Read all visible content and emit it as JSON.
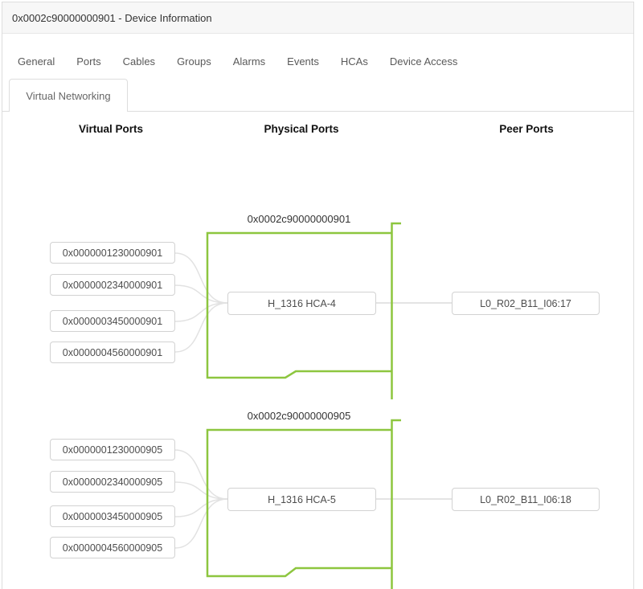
{
  "window": {
    "title": "0x0002c90000000901 - Device Information"
  },
  "tabs": {
    "row1": [
      "General",
      "Ports",
      "Cables",
      "Groups",
      "Alarms",
      "Events",
      "HCAs",
      "Device Access"
    ],
    "active_tab": "Virtual Networking"
  },
  "columns": {
    "virtual": "Virtual Ports",
    "physical": "Physical Ports",
    "peer": "Peer Ports"
  },
  "groups": [
    {
      "physical_label": "0x0002c90000000901",
      "virtual_ports": [
        "0x0000001230000901",
        "0x0000002340000901",
        "0x0000003450000901",
        "0x0000004560000901"
      ],
      "hca": "H_1316 HCA-4",
      "peer": "L0_R02_B11_I06:17"
    },
    {
      "physical_label": "0x0002c90000000905",
      "virtual_ports": [
        "0x0000001230000905",
        "0x0000002340000905",
        "0x0000003450000905",
        "0x0000004560000905"
      ],
      "hca": "H_1316 HCA-5",
      "peer": "L0_R02_B11_I06:18"
    }
  ],
  "colors": {
    "accent_green": "#8dc63f",
    "connector_gray": "#e2e2e2",
    "box_border": "#d2d2d2",
    "titlebar_bg": "#f7f7f7"
  }
}
